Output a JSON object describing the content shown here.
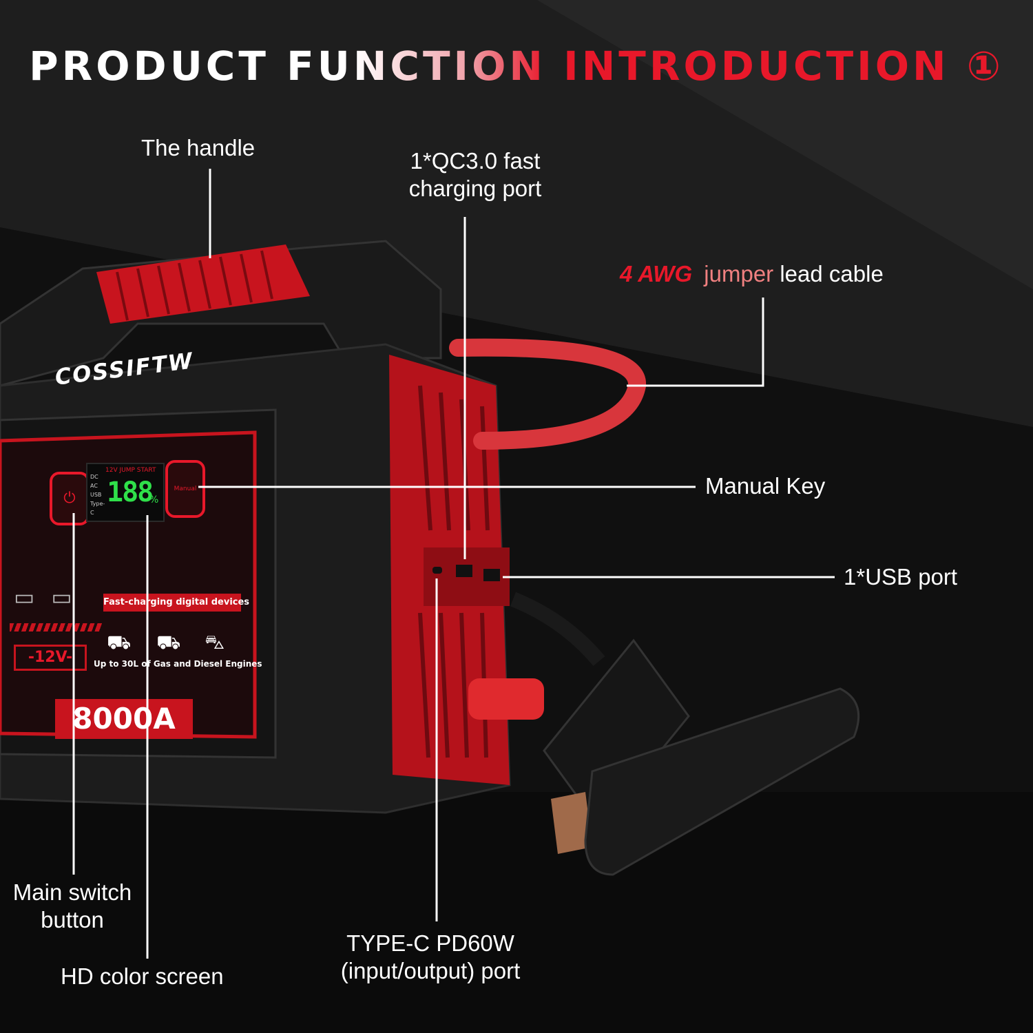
{
  "title": {
    "part1": "PRODUCT FU",
    "part2": "NCTION",
    "part3": " INTRODUCTION ①"
  },
  "brand": "COSSIFTW",
  "panel": {
    "screen_modes": [
      "DC",
      "AC",
      "USB",
      "Type-C"
    ],
    "screen_header": "12V JUMP START",
    "screen_value": "188",
    "screen_unit": "%",
    "manual_label": "Manual",
    "fast_charge_text": "Fast-charging digital devices",
    "voltage": "-12V-",
    "engine_text": "Up to 30L of Gas and Diesel Engines",
    "peak_current": "8000A"
  },
  "callouts": {
    "handle": "The handle",
    "qc_port_line1": "1*QC3.0 fast",
    "qc_port_line2": "charging port",
    "cable_awg": "4 AWG",
    "cable_jumper": "jumper",
    "cable_rest": "lead cable",
    "manual_key": "Manual Key",
    "usb_port": "1*USB port",
    "main_switch_line1": "Main switch",
    "main_switch_line2": "button",
    "hd_screen": "HD color screen",
    "typec_line1": "TYPE-C PD60W",
    "typec_line2": "(input/output) port"
  },
  "colors": {
    "accent_red": "#e8182a",
    "background": "#101010",
    "screen_green": "#2fe04a"
  }
}
